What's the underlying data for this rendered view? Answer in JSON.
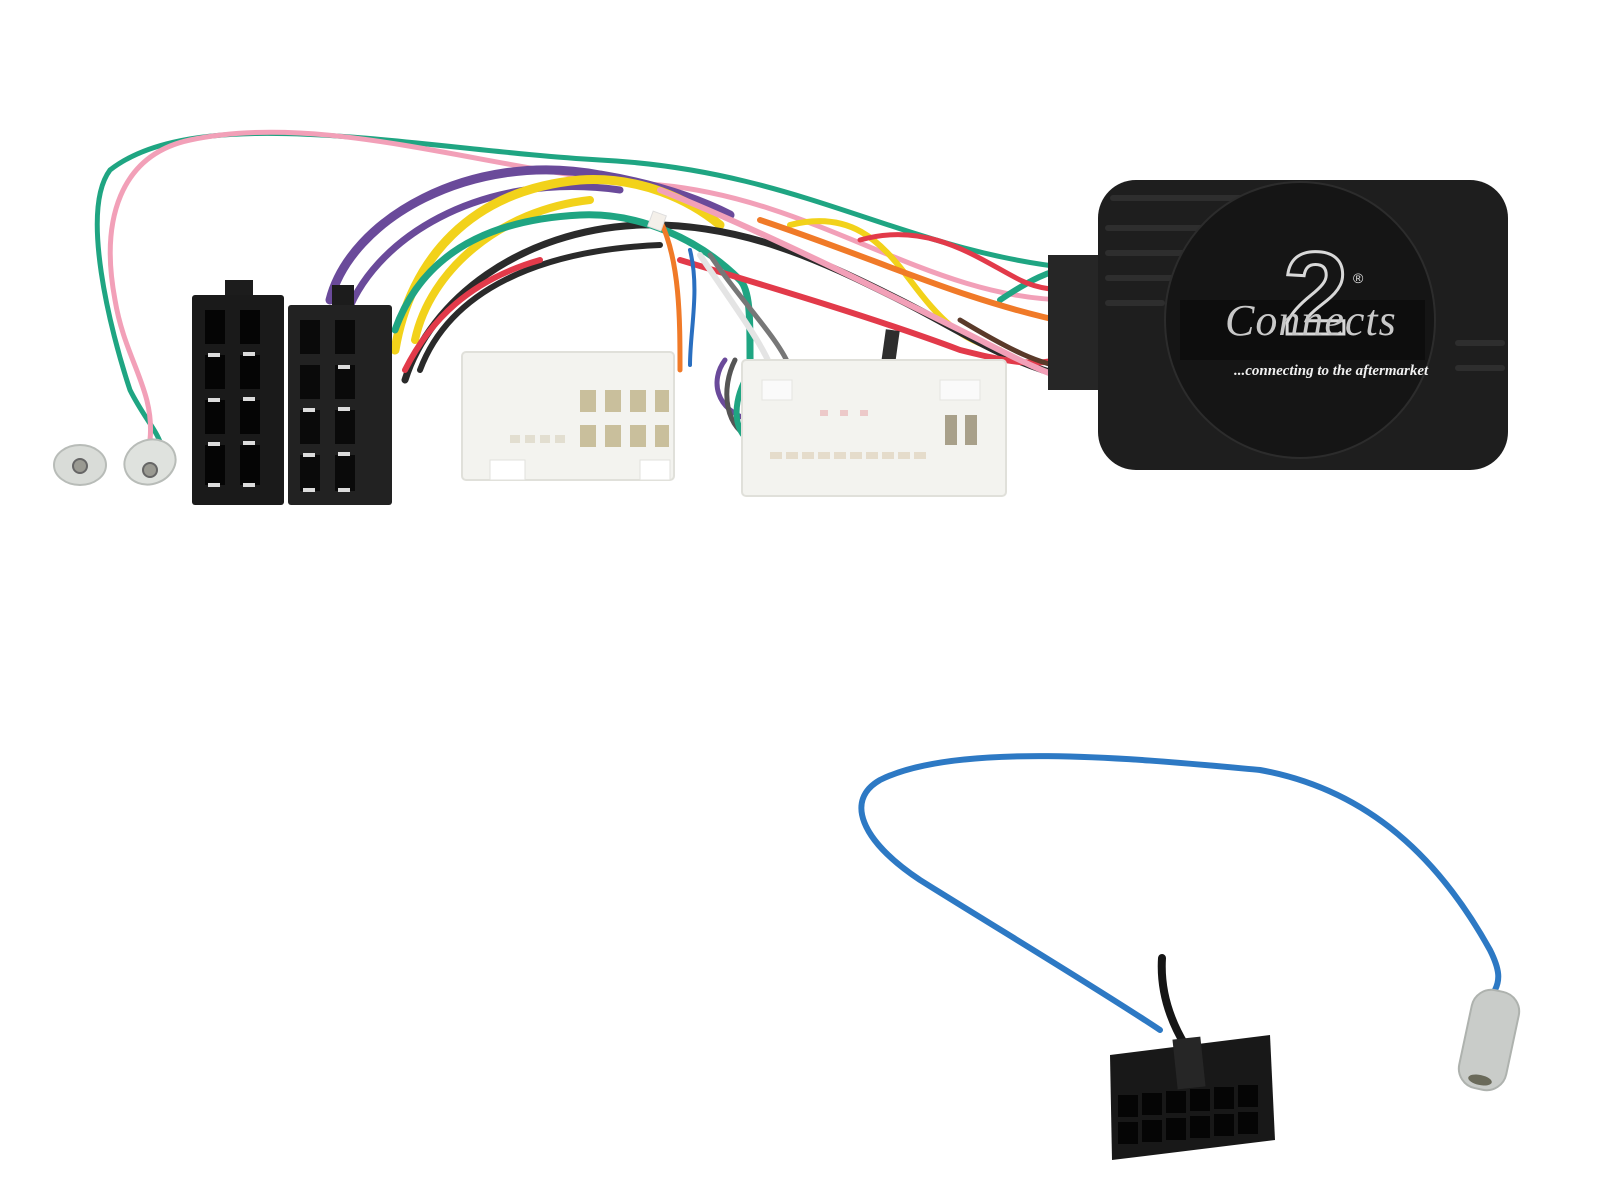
{
  "product": {
    "brand_script": "Connects",
    "brand_numeral": "2",
    "registered_mark": "®",
    "tagline": "...connecting to the aftermarket"
  },
  "components": [
    {
      "id": "interface-module",
      "label": "Steering control interface module",
      "color": "#1e1e1e"
    },
    {
      "id": "iso-connector-power",
      "label": "ISO power connector (black)",
      "color": "#1a1a1a"
    },
    {
      "id": "iso-connector-speaker",
      "label": "ISO speaker connector (black)",
      "color": "#1a1a1a"
    },
    {
      "id": "vehicle-connector-small",
      "label": "White vehicle connector (small)",
      "color": "#f2f2ee"
    },
    {
      "id": "vehicle-connector-large",
      "label": "White vehicle connector (large)",
      "color": "#f2f2ee"
    },
    {
      "id": "antenna-bullet-terminals",
      "label": "Pink/green wire bullet terminals",
      "color": "#d9dcd8"
    },
    {
      "id": "patch-lead-12pin",
      "label": "12-pin black patch lead connector",
      "color": "#151515"
    },
    {
      "id": "patch-lead-jack",
      "label": "Blue lead 3.5mm jack",
      "color": "#c9ccc9"
    }
  ],
  "wire_colors": {
    "pink": "#f2a0b8",
    "green": "#1fa582",
    "purple": "#6a4a9a",
    "yellow": "#f2d21a",
    "black": "#2a2a2a",
    "red": "#e23a4a",
    "orange": "#f07a28",
    "blue": "#2a6fc0",
    "white": "#f4f4f4",
    "grey": "#777777",
    "brown": "#5a3a2a",
    "lead_blue": "#2d79c4"
  }
}
